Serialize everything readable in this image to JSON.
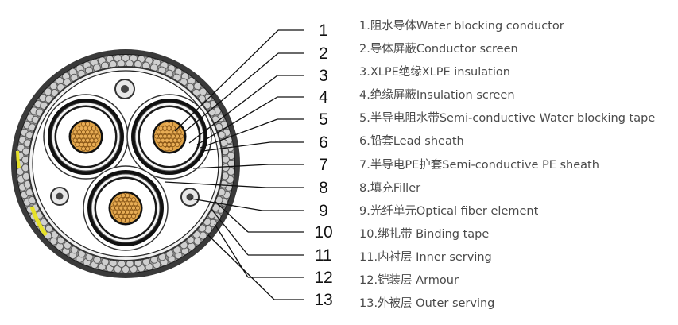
{
  "callouts": [
    {
      "number": "1",
      "label": "1.阻水导体Water blocking conductor"
    },
    {
      "number": "2",
      "label": "2.导体屏蔽Conductor screen"
    },
    {
      "number": "3",
      "label": "3.XLPE绝缘XLPE insulation"
    },
    {
      "number": "4",
      "label": "4.绝缘屏蔽Insulation screen"
    },
    {
      "number": "5",
      "label": "5.半导电阻水带Semi-conductive Water blocking tape"
    },
    {
      "number": "6",
      "label": "6.铅套Lead sheath"
    },
    {
      "number": "7",
      "label": "7.半导电PE护套Semi-conductive PE sheath"
    },
    {
      "number": "8",
      "label": "8.填充Filler"
    },
    {
      "number": "9",
      "label": "9.光纤单元Optical fiber element"
    },
    {
      "number": "10",
      "label": "10.绑扎带 Binding tape"
    },
    {
      "number": "11",
      "label": "11.内衬层 Inner serving"
    },
    {
      "number": "12",
      "label": "12.铠装层 Armour"
    },
    {
      "number": "13",
      "label": "13.外被层 Outer serving"
    }
  ],
  "colors": {
    "conductor": "#e0a448",
    "conductor_wire_outline": "#7a4a10",
    "lead_sheath": "#111111",
    "armour_wire": "#c8c8c8",
    "outer_serving": "#3a3a3a",
    "tape_accent": "#e6e12a"
  },
  "icons": [
    "cable-cross-section"
  ]
}
